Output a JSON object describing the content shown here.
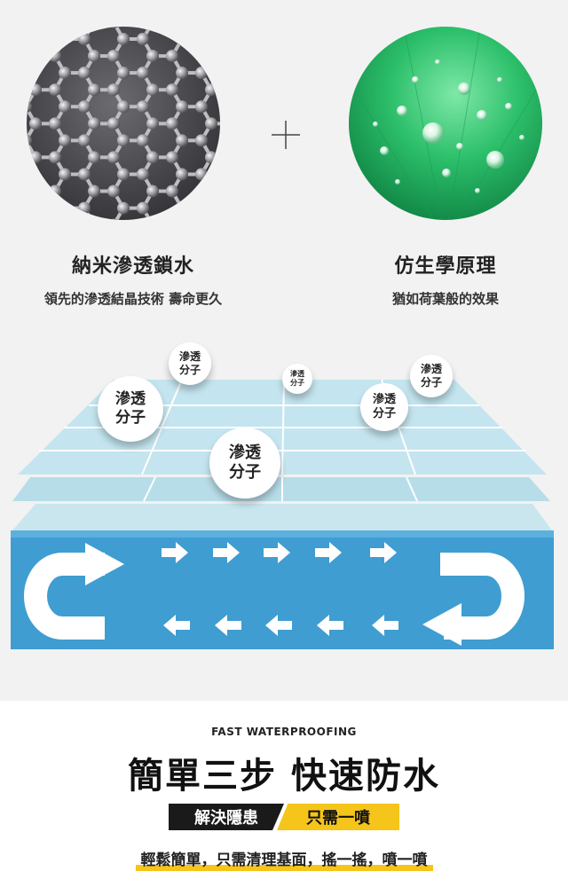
{
  "features": [
    {
      "title": "納米滲透鎖水",
      "subtitle": "領先的滲透結晶技術 壽命更久",
      "image": "graphene-lattice"
    },
    {
      "title": "仿生學原理",
      "subtitle": "猶如荷葉般的效果",
      "image": "lotus-leaf-water-drops"
    }
  ],
  "plus_symbol": "plus-icon",
  "diagram": {
    "molecule_label_line1": "滲透",
    "molecule_label_line2": "分子",
    "flow": "arrows-circulation",
    "colors": {
      "layer_light": "#cde9f1",
      "layer_mid": "#b4dce8",
      "water": "#3d9bd0",
      "arrow": "#ffffff"
    }
  },
  "promo": {
    "eyebrow": "FAST WATERPROOFING",
    "headline": "簡單三步 快速防水",
    "tag_dark": "解決隱患",
    "tag_yellow": "只需一噴",
    "footer": "輕鬆簡單，只需清理基面，搖一搖，噴一噴",
    "colors": {
      "accent": "#f5c51b",
      "dark": "#1a1a1a"
    }
  }
}
